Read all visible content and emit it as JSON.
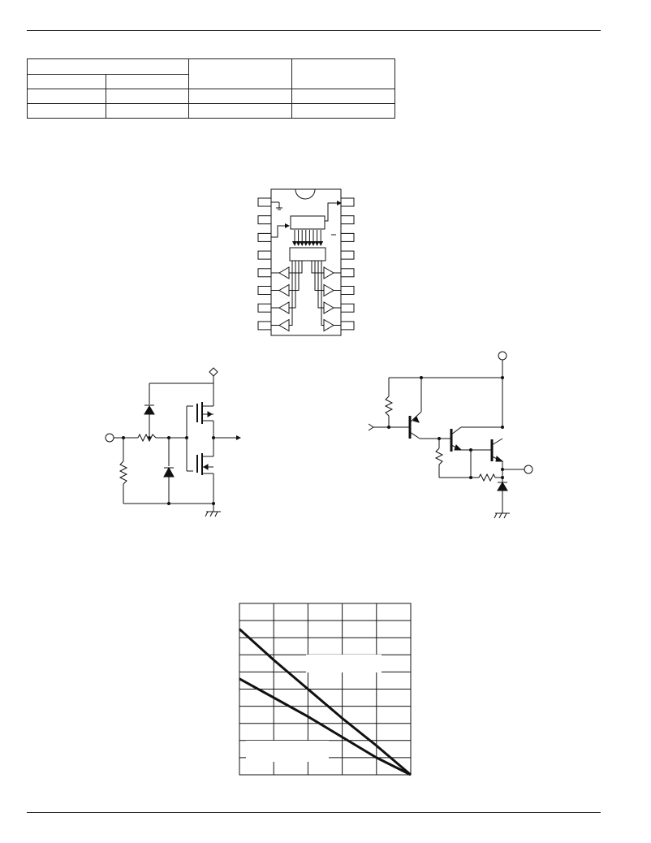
{
  "page": {
    "header_rule": true,
    "footer_rule": true
  },
  "spec_table": {
    "header": {
      "group": "",
      "sub": [
        "",
        ""
      ],
      "col3": "",
      "col4": ""
    },
    "rows": [
      [
        "",
        "",
        "",
        ""
      ],
      [
        "",
        "",
        "",
        ""
      ]
    ]
  },
  "pin_diagram": {
    "left_pins": 8,
    "right_pins": 8,
    "drivers_per_side": 4,
    "bus_lines": 8
  },
  "schematic_left": {
    "type": "CMOS output stage"
  },
  "schematic_right": {
    "type": "Darlington output stage"
  },
  "chart_data": {
    "type": "line",
    "title": "",
    "xlabel": "",
    "ylabel": "",
    "xlim": [
      0,
      5
    ],
    "ylim": [
      0,
      10
    ],
    "grid": true,
    "series": [
      {
        "x": [
          0,
          1,
          2,
          3,
          4,
          5
        ],
        "y": [
          8.5,
          6.7,
          5.0,
          3.3,
          1.7,
          0
        ]
      },
      {
        "x": [
          0,
          1,
          2,
          3,
          4,
          5
        ],
        "y": [
          5.6,
          4.5,
          3.4,
          2.2,
          1.0,
          0
        ]
      }
    ],
    "label_boxes": 2
  }
}
